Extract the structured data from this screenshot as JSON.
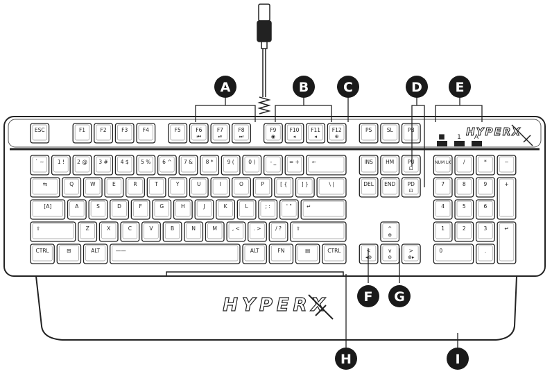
{
  "callouts": [
    "A",
    "B",
    "C",
    "D",
    "E",
    "F",
    "G",
    "H",
    "I"
  ],
  "brand": {
    "text": "HYPERX"
  },
  "indicators": {
    "square": "■",
    "num": "1",
    "caps": "A"
  },
  "rows": [
    [
      "ESC",
      "F1",
      "F2",
      "F3",
      "F4",
      "F5",
      "F6",
      "F7",
      "F8",
      "F9",
      "F10",
      "F11",
      "F12",
      "PS",
      "SL",
      "PB"
    ],
    [
      "` ~",
      "1 !",
      "2 @",
      "3 #",
      "4 $",
      "5 %",
      "6 ^",
      "7 &",
      "8 *",
      "9 (",
      "0 )",
      "- _",
      "= +",
      "←",
      "INS",
      "HM",
      "PU",
      "NUM LK",
      "/",
      "*",
      "−"
    ],
    [
      "⇆",
      "Q",
      "W",
      "E",
      "R",
      "T",
      "Y",
      "U",
      "I",
      "O",
      "P",
      "[ {",
      "] }",
      "\\ |",
      "DEL",
      "END",
      "PD",
      "7",
      "8",
      "9",
      "+"
    ],
    [
      "[A]",
      "A",
      "S",
      "D",
      "F",
      "G",
      "H",
      "J",
      "K",
      "L",
      "; :",
      "' \"",
      "↵",
      "4",
      "5",
      "6"
    ],
    [
      "⇧",
      "Z",
      "X",
      "C",
      "V",
      "B",
      "N",
      "M",
      ", <",
      ". >",
      "/ ?",
      "⇧",
      "^",
      "1",
      "2",
      "3",
      "↵"
    ],
    [
      "CTRL",
      "⊞",
      "ALT",
      "——",
      "ALT",
      "FN",
      "▤",
      "CTRL",
      "<",
      "v",
      ">",
      "0",
      "."
    ]
  ],
  "icons": {
    "f6": "⏮",
    "f7": "⏯",
    "f8": "⏭",
    "f9": "◉",
    "f10": "◂",
    "f11": "◂",
    "f12": "⊕",
    "pu": "⊡",
    "pd": "⊡",
    "up": "⊕",
    "down": "⊖",
    "left": "◂⊕",
    "right": "⊕▸"
  }
}
